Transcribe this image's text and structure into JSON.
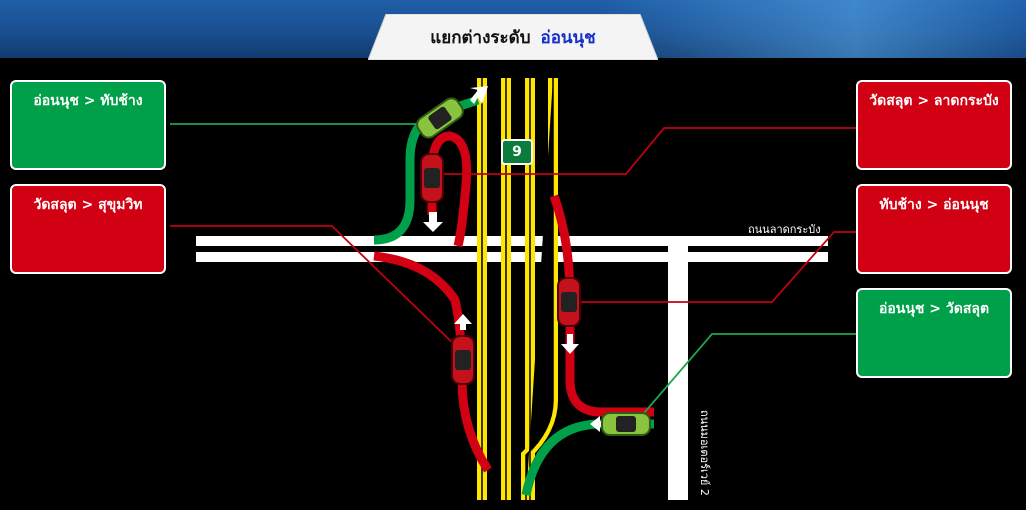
{
  "header": {
    "title_main": "แยกต่างระดับ",
    "title_highlight": "อ่อนนุช"
  },
  "route_boxes": [
    {
      "label": "อ่อนนุช > ทับช้าง",
      "color": "#00a04a"
    },
    {
      "label": "วัดสลุต > สุขุมวิท",
      "color": "#d10012"
    },
    {
      "label": "วัดสลุต > ลาดกระบัง",
      "color": "#d10012"
    },
    {
      "label": "ทับช้าง > อ่อนนุช",
      "color": "#d10012"
    },
    {
      "label": "อ่อนนุช > วัดสลุต",
      "color": "#00a04a"
    }
  ],
  "road_labels": {
    "horizontal": "ถนนลาดกระบัง",
    "vertical": "ถนนมอเตอร์เวย์ 2"
  },
  "highway_badge": "9",
  "colors": {
    "flow_good": "#00a04a",
    "flow_congested": "#d10012",
    "expressway": "#ffe600",
    "header": "#1a4f90"
  }
}
